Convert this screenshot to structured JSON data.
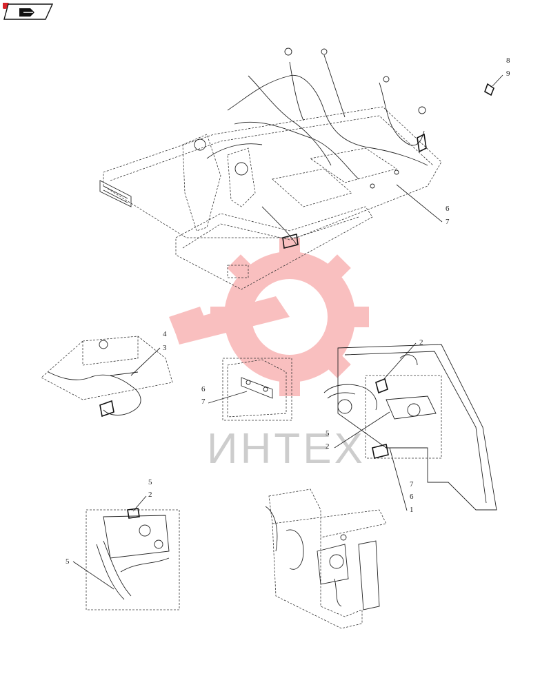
{
  "watermark": {
    "text": "ИНТЕХ",
    "color": "#ef3b3b"
  },
  "nav": {
    "icon": "arrow-right-icon"
  },
  "callouts": {
    "top_right_a": "8",
    "top_right_b": "9",
    "top_main_a": "6",
    "top_main_b": "7",
    "left_a": "4",
    "left_b": "3",
    "mid_a": "6",
    "mid_b": "7",
    "right_top": "2",
    "right_mid_a": "5",
    "right_mid_b": "2",
    "right_bot_a": "7",
    "right_bot_b": "6",
    "right_bot_c": "1",
    "bl_a": "5",
    "bl_b": "2",
    "bl_c": "5"
  }
}
